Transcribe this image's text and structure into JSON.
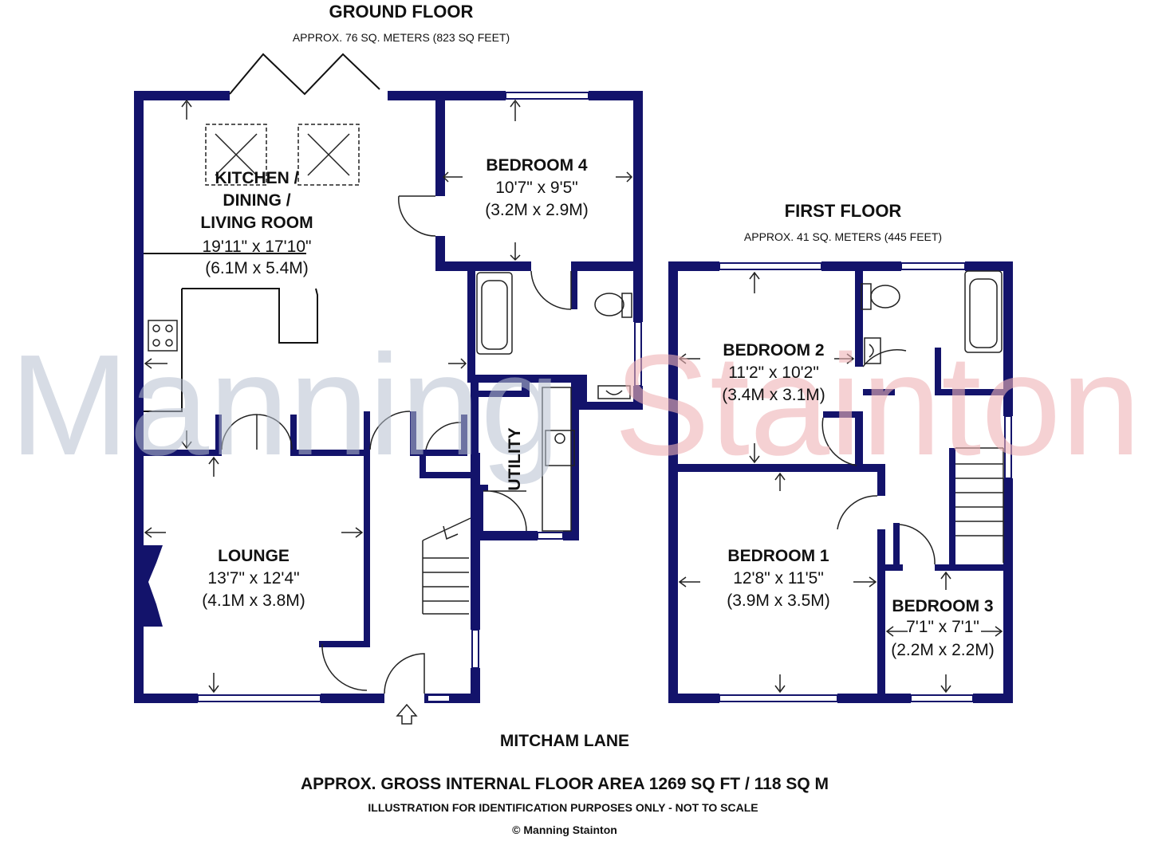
{
  "ground_floor": {
    "title": "GROUND FLOOR",
    "area": "APPROX. 76 SQ. METERS (823 SQ FEET)",
    "rooms": {
      "kitchen": {
        "name_lines": [
          "KITCHEN /",
          "DINING /",
          "LIVING ROOM"
        ],
        "imperial": "19'11\" x 17'10\"",
        "metric": "(6.1M x 5.4M)"
      },
      "bedroom4": {
        "name": "BEDROOM 4",
        "imperial": "10'7\" x 9'5\"",
        "metric": "(3.2M x 2.9M)"
      },
      "utility": {
        "name": "UTILITY"
      },
      "lounge": {
        "name": "LOUNGE",
        "imperial": "13'7\" x 12'4\"",
        "metric": "(4.1M x 3.8M)"
      }
    }
  },
  "first_floor": {
    "title": "FIRST FLOOR",
    "area": "APPROX. 41 SQ. METERS (445 FEET)",
    "rooms": {
      "bedroom2": {
        "name": "BEDROOM 2",
        "imperial": "11'2\" x 10'2\"",
        "metric": "(3.4M x 3.1M)"
      },
      "bedroom1": {
        "name": "BEDROOM 1",
        "imperial": "12'8\" x 11'5\"",
        "metric": "(3.9M x 3.5M)"
      },
      "bedroom3": {
        "name": "BEDROOM 3",
        "imperial": "7'1\" x 7'1\"",
        "metric": "(2.2M x 2.2M)"
      }
    }
  },
  "street": "MITCHAM LANE",
  "footer": {
    "gross_area": "APPROX. GROSS INTERNAL FLOOR AREA 1269 SQ FT / 118 SQ M",
    "disclaimer": "ILLUSTRATION FOR IDENTIFICATION PURPOSES ONLY - NOT TO SCALE",
    "copyright": "© Manning Stainton"
  },
  "watermark": {
    "part1": "Manning",
    "part2": "Stainton"
  },
  "colors": {
    "wall": "#13136b",
    "watermark_blue": "#b7c1d0",
    "watermark_pink": "#efb3b6"
  }
}
